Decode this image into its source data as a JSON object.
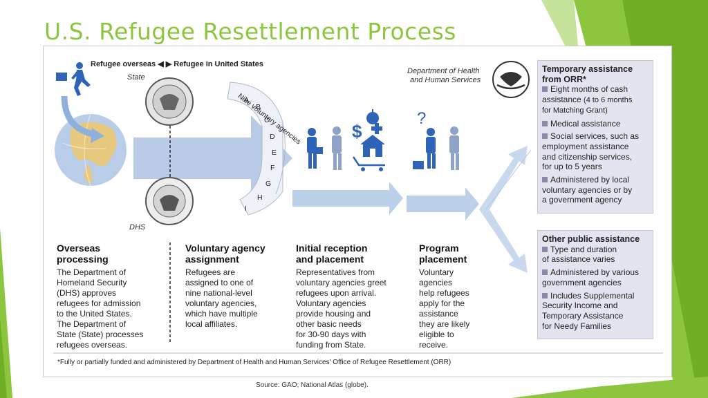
{
  "slide": {
    "title": "U.S. Refugee Resettlement Process",
    "accent_color": "#8cc63f"
  },
  "figure": {
    "legend_left": "Refugee overseas",
    "legend_right": "Refugee in United States",
    "state_label": "State",
    "dhs_label": "DHS",
    "hhs_label_line1": "Department of Health",
    "hhs_label_line2": "and Human Services",
    "arc_label": "Nine voluntary agencies",
    "arc_letters": [
      "A",
      "B",
      "C",
      "D",
      "E",
      "F",
      "G",
      "H",
      "I"
    ],
    "state_seal_icon": "department-of-state-seal-icon",
    "dhs_seal_icon": "department-of-homeland-security-seal-icon",
    "hhs_logo_icon": "hhs-eagle-logo-icon",
    "columns": [
      {
        "heading": [
          "Overseas",
          "processing"
        ],
        "body": [
          "The Department of",
          "Homeland Security",
          "(DHS) approves",
          "refugees for admission",
          "to the United States.",
          "The Department of",
          "State (State) processes",
          "refugees overseas."
        ]
      },
      {
        "heading": [
          "Voluntary agency",
          "assignment"
        ],
        "body": [
          "Refugees are",
          "assigned to one of",
          "nine national-level",
          "voluntary agencies,",
          "which have multiple",
          "local affiliates."
        ]
      },
      {
        "heading": [
          "Initial reception",
          "and placement"
        ],
        "body": [
          "Representatives from",
          "voluntary agencies greet",
          "refugees upon arrival.",
          "Voluntary agencies",
          "provide housing and",
          "other basic needs",
          "for 30-90 days with",
          "funding from State."
        ]
      },
      {
        "heading": [
          "Program",
          "placement"
        ],
        "body": [
          "Voluntary",
          "agencies",
          "help refugees",
          "apply for the",
          "assistance",
          "they are likely",
          "eligible to",
          "receive."
        ]
      }
    ],
    "orr_box": {
      "heading": [
        "Temporary assistance",
        "from ORR*"
      ],
      "item1": [
        "Eight months of cash",
        "assistance "
      ],
      "item1_small": [
        "(4 to 6 months",
        "for Matching Grant)"
      ],
      "item2": "Medical assistance",
      "item3": [
        "Social services, such as",
        "employment assistance",
        "and citizenship services,",
        "for up to 5 years"
      ],
      "item4": [
        "Administered by local",
        "voluntary agencies or by",
        "a government agency"
      ]
    },
    "public_box": {
      "heading": "Other public assistance",
      "item1": [
        "Type and duration",
        "of assistance varies"
      ],
      "item2": [
        "Administered by various",
        "government agencies"
      ],
      "item3": [
        "Includes Supplemental",
        "Security Income and",
        "Temporary Assistance",
        "for Needy Families"
      ]
    },
    "footnote": "*Fully or partially funded and administered by Department of Health and Human Services' Office of Refugee Resettlement (ORR)",
    "source": "Source: GAO; National Atlas (globe)."
  },
  "colors": {
    "arrow_blue": "#b9cbe6",
    "arrow_blue_dark": "#8fb0dc",
    "people_blue": "#2e63b8",
    "box_fill": "#e3e4ef"
  }
}
